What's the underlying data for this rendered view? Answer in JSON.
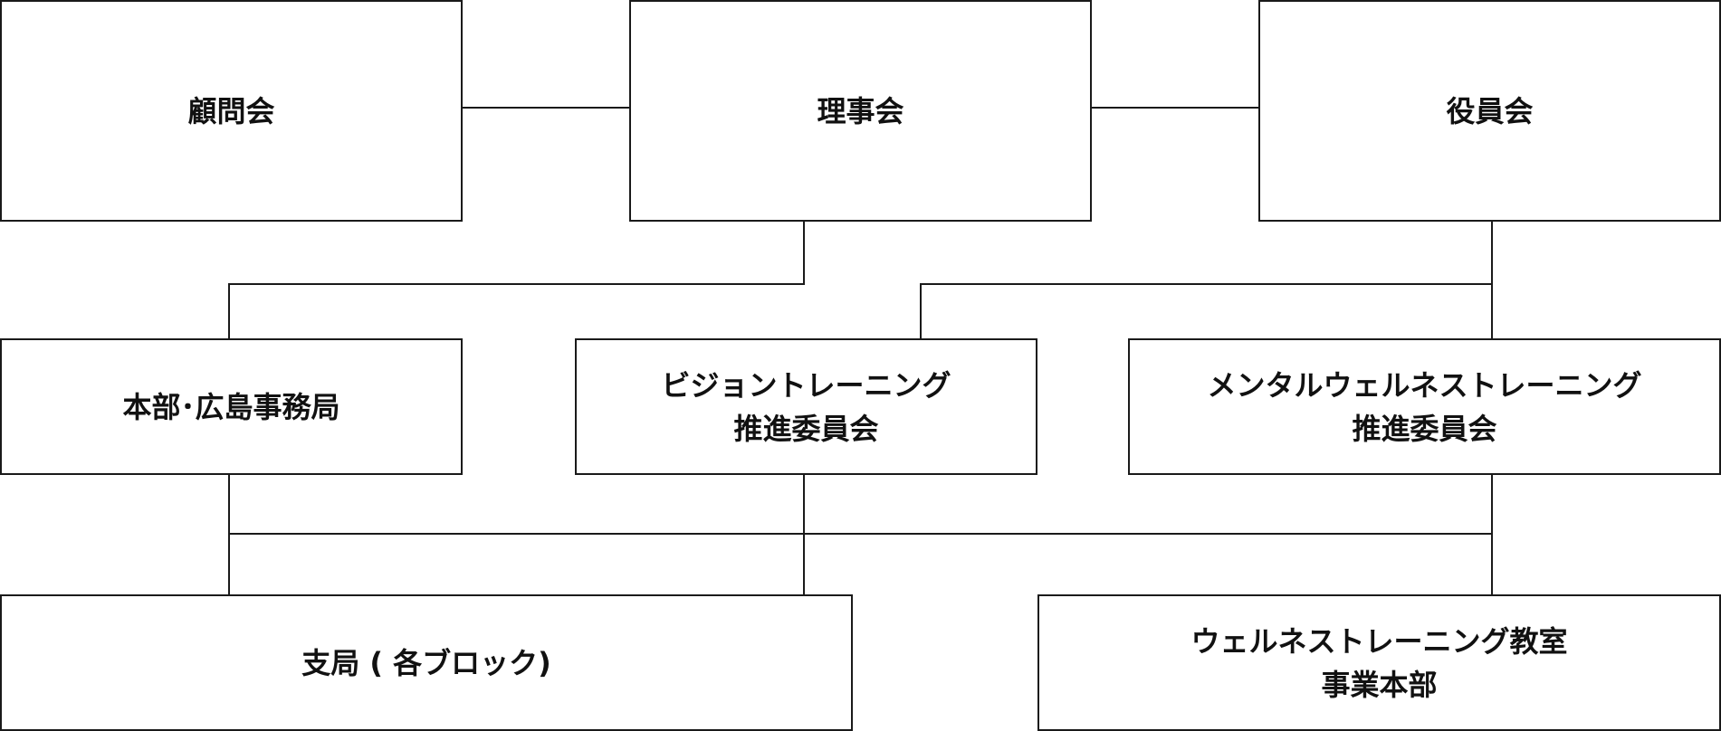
{
  "nodes": {
    "advisory": {
      "label": "顧問会"
    },
    "board": {
      "label": "理事会"
    },
    "officers": {
      "label": "役員会"
    },
    "hq": {
      "label": "本部･広島事務局"
    },
    "vision": {
      "line1": "ビジョントレーニング",
      "line2": "推進委員会"
    },
    "mental": {
      "line1": "メンタルウェルネストレーニング",
      "line2": "推進委員会"
    },
    "branch": {
      "label": "支局 ( 各ブロック)"
    },
    "school": {
      "line1": "ウェルネストレーニング教室",
      "line2": "事業本部"
    }
  },
  "colors": {
    "stroke": "#1a1a1a",
    "text": "#111111",
    "background": "#ffffff"
  }
}
